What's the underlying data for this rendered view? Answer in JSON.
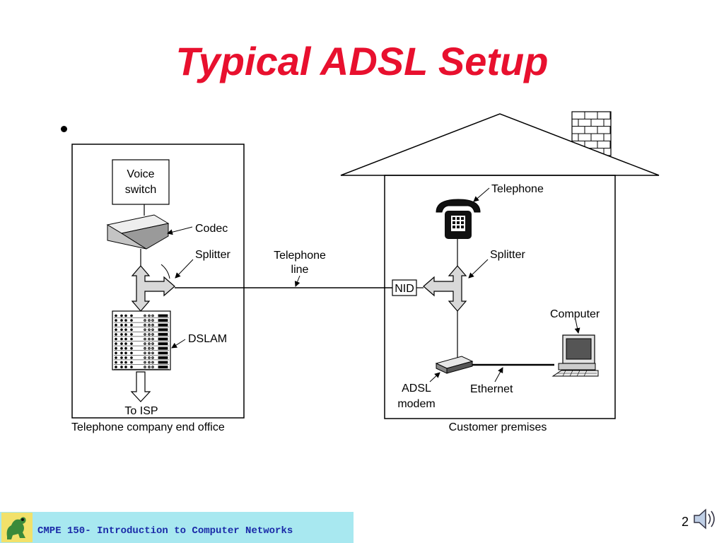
{
  "title": "Typical ADSL Setup",
  "diagram": {
    "labels": {
      "voice_switch_1": "Voice",
      "voice_switch_2": "switch",
      "codec": "Codec",
      "splitter_office": "Splitter",
      "telephone_line_1": "Telephone",
      "telephone_line_2": "line",
      "dslam": "DSLAM",
      "to_isp": "To ISP",
      "end_office": "Telephone company end office",
      "telephone": "Telephone",
      "splitter_home": "Splitter",
      "nid": "NID",
      "computer": "Computer",
      "adsl_modem_1": "ADSL",
      "adsl_modem_2": "modem",
      "ethernet": "Ethernet",
      "customer_premises": "Customer premises"
    }
  },
  "footer": {
    "course": "CMPE 150- Introduction to Computer Networks",
    "page": "2"
  },
  "colors": {
    "title": "#e8102e",
    "footer_bg": "#a8e8f0",
    "footer_text": "#1a2aa8"
  },
  "icons": {
    "logo": "camel-logo-icon",
    "speaker": "speaker-icon"
  }
}
